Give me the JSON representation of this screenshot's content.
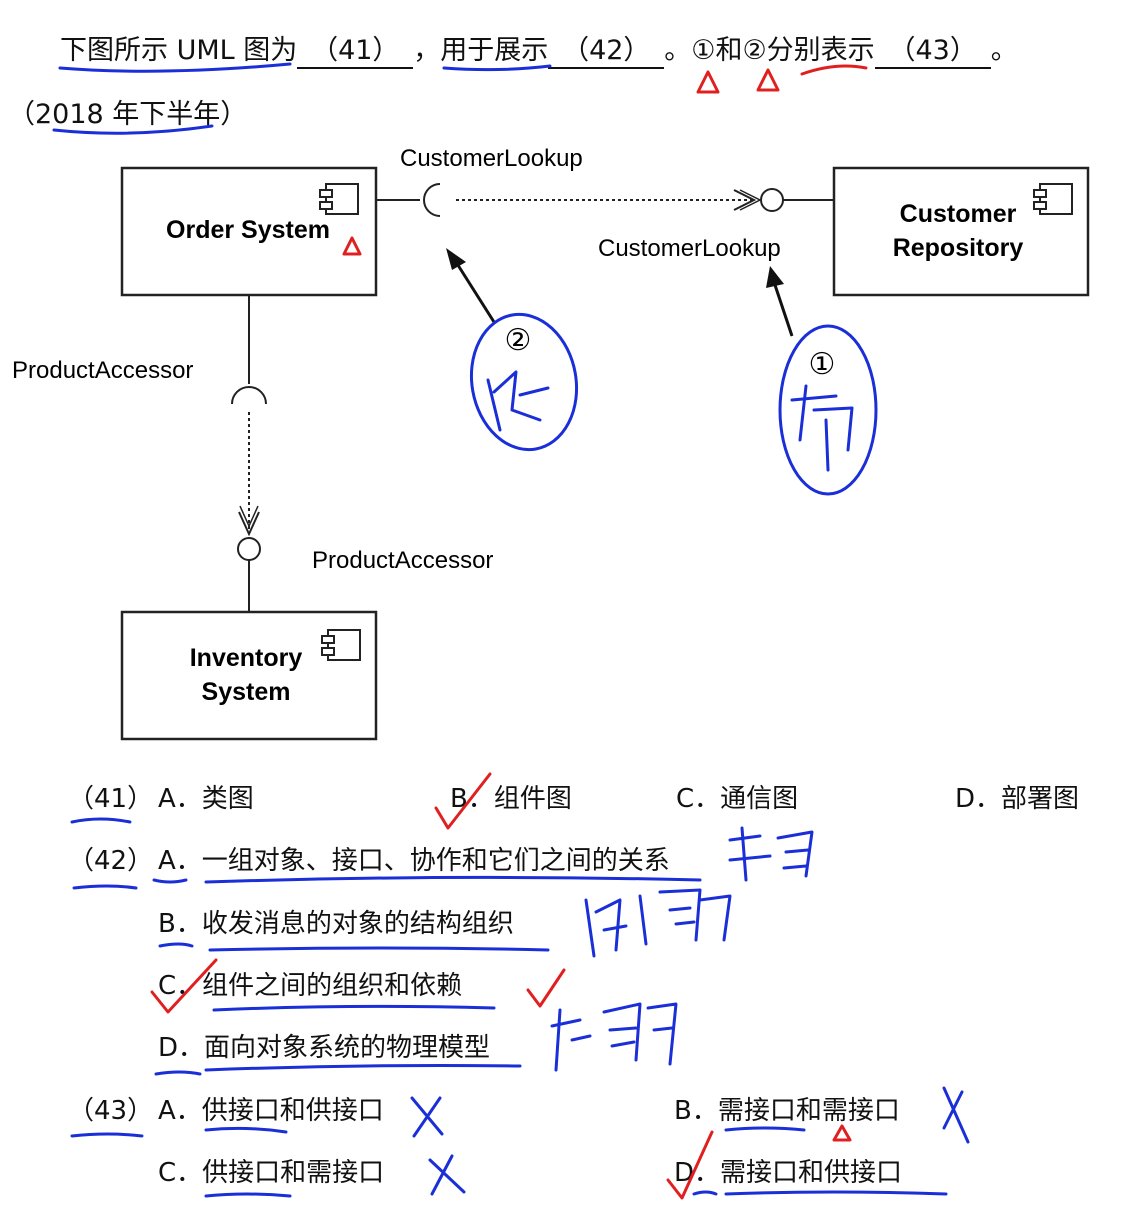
{
  "question": {
    "part1": "下图所示 UML 图为",
    "blank41": "（41）",
    "part2": "，用于展示",
    "blank42": "（42）",
    "part3": "。①和②分别表示",
    "blank43": "（43）",
    "part4": "。",
    "year": "（2018 年下半年）"
  },
  "diagram": {
    "order_system": "Order System",
    "customer_repository": [
      "Customer",
      "Repository"
    ],
    "inventory_system": [
      "Inventory",
      "System"
    ],
    "label_customer_lookup_top": "CustomerLookup",
    "label_customer_lookup_bottom": "CustomerLookup",
    "label_product_accessor_left": "ProductAccessor",
    "label_product_accessor_bottom": "ProductAccessor",
    "marker_1": "①",
    "marker_2": "②"
  },
  "options": {
    "q41": {
      "num": "（41）",
      "A": "A．类图",
      "B": "B．组件图",
      "C": "C．通信图",
      "D": "D．部署图"
    },
    "q42": {
      "num": "（42）",
      "A": "A．一组对象、接口、协作和它们之间的关系",
      "B": "B．收发消息的对象的结构组织",
      "C": "C．组件之间的组织和依赖",
      "D": "D．面向对象系统的物理模型"
    },
    "q43": {
      "num": "（43）",
      "A": "A．供接口和供接口",
      "B": "B．需接口和需接口",
      "C": "C．供接口和需接口",
      "D": "D．需接口和供接口"
    }
  },
  "colors": {
    "ink_blue": "#1a2fd8",
    "ink_red": "#e02020",
    "text": "#111111"
  }
}
